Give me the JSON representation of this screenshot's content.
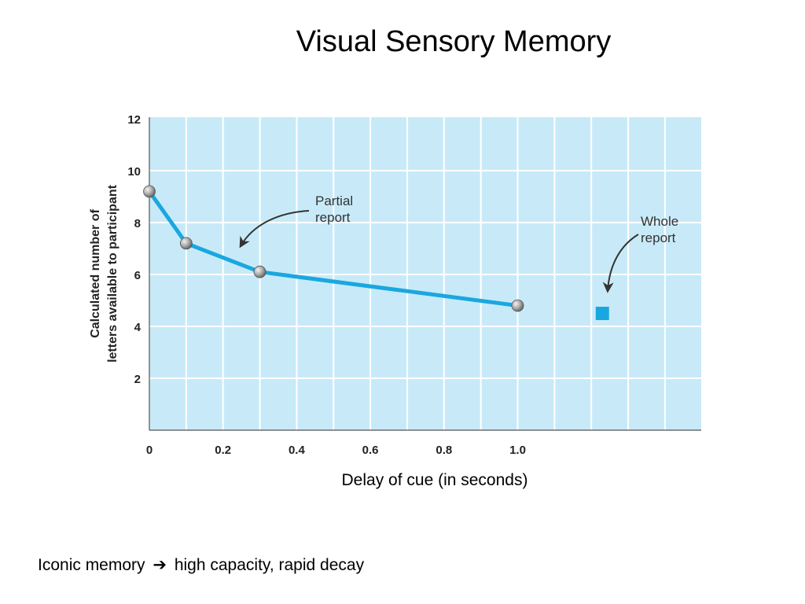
{
  "slide": {
    "title": "Visual Sensory Memory"
  },
  "caption": {
    "before": "Iconic memory",
    "arrow_icon": "right-arrow-icon",
    "after": "high capacity, rapid decay"
  },
  "colors": {
    "plot_bg": "#C8EAF8",
    "grid": "#FFFFFF",
    "line": "#1AA7E0",
    "marker": "#9A9A9A",
    "whole_report": "#1AA7E0",
    "arrow": "#333333"
  },
  "chart_data": {
    "type": "line",
    "title": "",
    "xlabel": "Delay of cue (in seconds)",
    "ylabel_lines": [
      "Calculated number of",
      "letters available to participant"
    ],
    "xlim": [
      0,
      1.5
    ],
    "ylim": [
      0,
      12
    ],
    "x_ticks": [
      0,
      0.2,
      0.4,
      0.6,
      0.8,
      1.0
    ],
    "x_tick_labels": [
      "0",
      "0.2",
      "0.4",
      "0.6",
      "0.8",
      "1.0"
    ],
    "y_ticks": [
      2,
      4,
      6,
      8,
      10,
      12
    ],
    "y_tick_labels": [
      "2",
      "4",
      "6",
      "8",
      "10",
      "12"
    ],
    "grid": true,
    "series": [
      {
        "name": "Partial report",
        "x": [
          0,
          0.1,
          0.3,
          1.0
        ],
        "y": [
          9.2,
          7.2,
          6.1,
          4.8
        ]
      },
      {
        "name": "Whole report",
        "x": [
          1.23
        ],
        "y": [
          4.5
        ]
      }
    ],
    "annotations": [
      {
        "lines": [
          "Partial",
          "report"
        ],
        "target_series": "Partial report"
      },
      {
        "lines": [
          "Whole",
          "report"
        ],
        "target_series": "Whole report"
      }
    ]
  }
}
